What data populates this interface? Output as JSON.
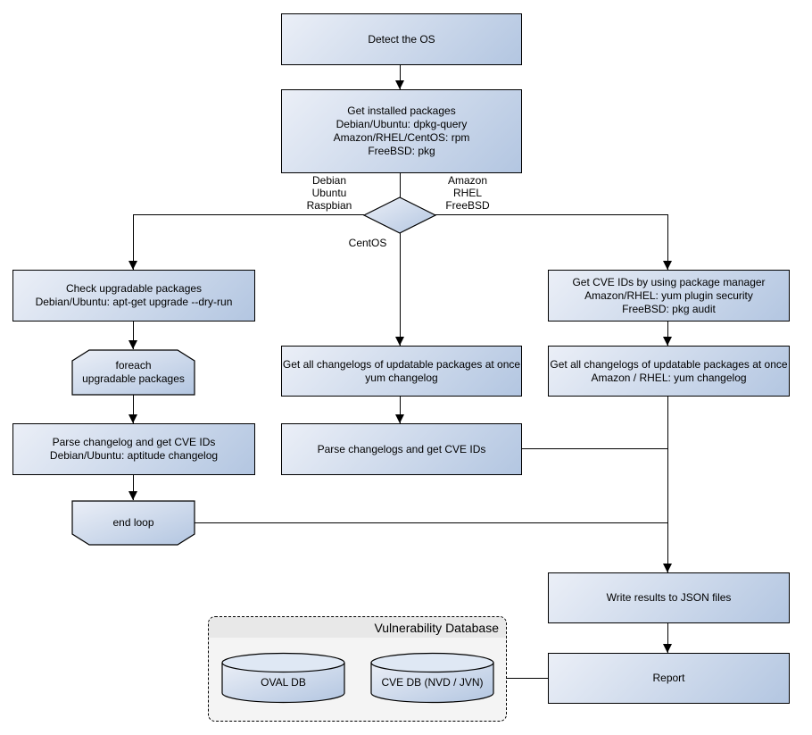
{
  "colors": {
    "node_gradient_start": "#ebeff7",
    "node_gradient_end": "#b3c6e1",
    "node_border": "#000000",
    "cylinder_top": "#dfe8f4",
    "container_fill": "#f4f4f4",
    "container_band": "#e8e8e8",
    "connector": "#000000",
    "background": "#ffffff"
  },
  "nodes": {
    "detect_os": {
      "label": "Detect the OS"
    },
    "get_installed": {
      "lines": [
        "Get installed packages",
        "Debian/Ubuntu: dpkg-query",
        "Amazon/RHEL/CentOS: rpm",
        "FreeBSD: pkg"
      ]
    },
    "check_upgradable": {
      "lines": [
        "Check upgradable packages",
        "Debian/Ubuntu: apt-get upgrade --dry-run"
      ]
    },
    "foreach_loop": {
      "lines": [
        "foreach",
        "upgradable  packages"
      ]
    },
    "parse_changelog_debian": {
      "lines": [
        "Parse changelog and get  CVE IDs",
        "Debian/Ubuntu: aptitude changelog"
      ]
    },
    "end_loop": {
      "label": "end loop"
    },
    "get_changelogs_centos": {
      "lines": [
        "Get all changelogs of updatable packages at once",
        "yum changelog"
      ]
    },
    "parse_changelogs_centos": {
      "label": "Parse changelogs and get CVE IDs"
    },
    "get_cve_ids_pkg_manager": {
      "lines": [
        "Get CVE IDs by using package manager",
        "Amazon/RHEL: yum plugin security",
        "FreeBSD: pkg audit"
      ]
    },
    "get_changelogs_amazon": {
      "lines": [
        "Get all changelogs of updatable packages at once",
        "Amazon / RHEL: yum changelog"
      ]
    },
    "write_results": {
      "label": "Write results to JSON files"
    },
    "report": {
      "label": "Report"
    }
  },
  "branch_labels": {
    "debian": [
      "Debian",
      "Ubuntu",
      "Raspbian"
    ],
    "amazon": [
      "Amazon",
      "RHEL",
      "FreeBSD"
    ],
    "centos": "CentOS"
  },
  "vulnerability_database": {
    "title": "Vulnerability Database",
    "databases": [
      {
        "label": "OVAL DB"
      },
      {
        "label": "CVE DB (NVD / JVN)"
      }
    ]
  }
}
